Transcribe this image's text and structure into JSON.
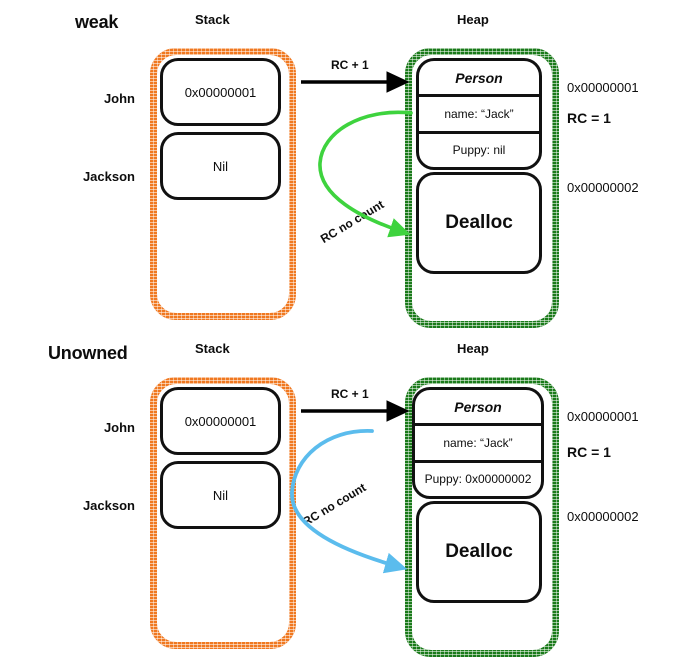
{
  "colors": {
    "stack_border": "#f07820",
    "heap_border": "#1a7a1a",
    "weak_arrow": "#3ed33e",
    "unowned_arrow": "#5bbced",
    "strong_arrow": "#000000",
    "box_border": "#111111",
    "background": "#ffffff"
  },
  "panels": [
    {
      "id": "weak",
      "mode_title": "weak",
      "stack_title": "Stack",
      "heap_title": "Heap",
      "variables": [
        {
          "label": "John",
          "value": "0x00000001"
        },
        {
          "label": "Jackson",
          "value": "Nil"
        }
      ],
      "strong_arrow_label": "RC + 1",
      "ref_arrow_label": "RC no count",
      "ref_arrow_color": "#3ed33e",
      "struct": {
        "title": "Person",
        "fields": [
          "name: “Jack”",
          "Puppy: nil"
        ]
      },
      "dealloc_label": "Dealloc",
      "annotations": [
        {
          "text": "0x00000001",
          "kind": "address"
        },
        {
          "text": "RC = 1",
          "kind": "refcount"
        },
        {
          "text": "0x00000002",
          "kind": "address"
        }
      ]
    },
    {
      "id": "unowned",
      "mode_title": "Unowned",
      "stack_title": "Stack",
      "heap_title": "Heap",
      "variables": [
        {
          "label": "John",
          "value": "0x00000001"
        },
        {
          "label": "Jackson",
          "value": "Nil"
        }
      ],
      "strong_arrow_label": "RC + 1",
      "ref_arrow_label": "RC no count",
      "ref_arrow_color": "#5bbced",
      "struct": {
        "title": "Person",
        "fields": [
          "name: “Jack”",
          "Puppy: 0x00000002"
        ]
      },
      "dealloc_label": "Dealloc",
      "annotations": [
        {
          "text": "0x00000001",
          "kind": "address"
        },
        {
          "text": "RC = 1",
          "kind": "refcount"
        },
        {
          "text": "0x00000002",
          "kind": "address"
        }
      ]
    }
  ]
}
